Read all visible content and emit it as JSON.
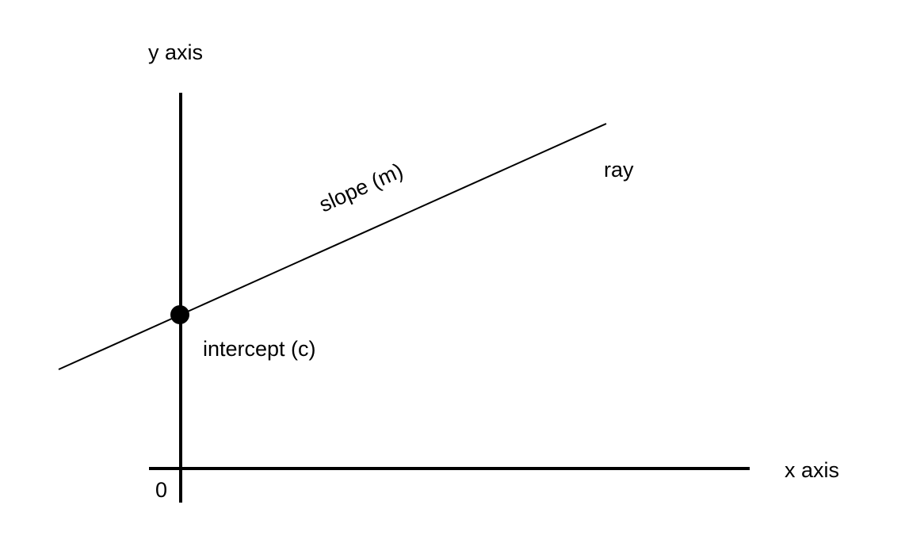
{
  "diagram": {
    "labels": {
      "y_axis": "y axis",
      "x_axis": "x axis",
      "origin": "0",
      "slope": "slope (m)",
      "ray": "ray",
      "intercept": "intercept (c)"
    },
    "colors": {
      "stroke": "#000000",
      "background": "#ffffff"
    }
  }
}
